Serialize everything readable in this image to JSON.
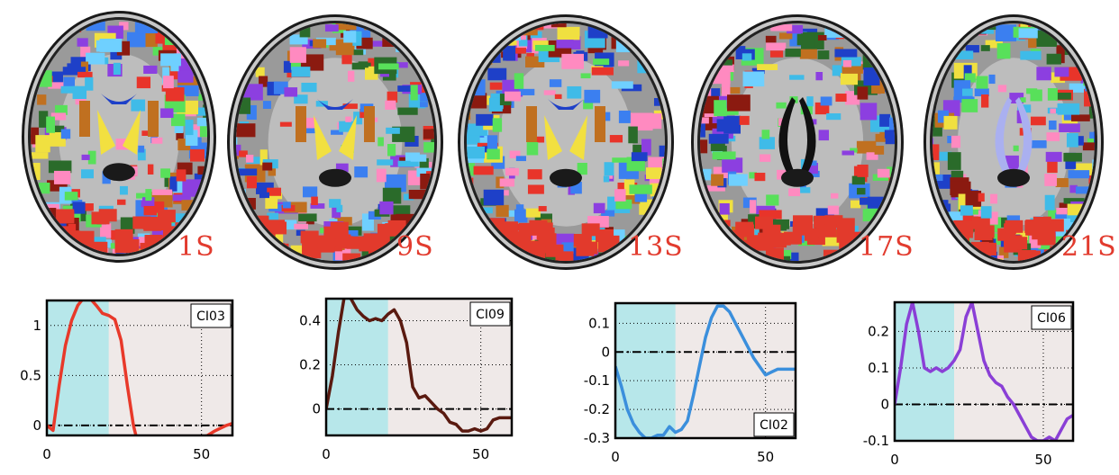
{
  "brain_slices": [
    {
      "label": "1S"
    },
    {
      "label": "9S"
    },
    {
      "label": "13S"
    },
    {
      "label": "17S"
    },
    {
      "label": "21S"
    }
  ],
  "colors": {
    "slice_label": "#e23b2e",
    "block_shade": "#b7e7ea",
    "plot_bg": "#efe9e8"
  },
  "chart_data": [
    {
      "type": "line",
      "legend": "CI03",
      "color": "#e8392a",
      "xlim": [
        0,
        60
      ],
      "ylim": [
        -0.1,
        1.25
      ],
      "xticks": [
        0,
        50
      ],
      "yticks": [
        0,
        0.5,
        1
      ],
      "ytick_labels": [
        "0",
        "0.5",
        "1"
      ],
      "shaded_block": [
        0,
        20
      ],
      "zero_line": true,
      "grid": true,
      "x": [
        0,
        2,
        4,
        6,
        8,
        10,
        12,
        14,
        16,
        18,
        20,
        22,
        24,
        26,
        28,
        30,
        32,
        34,
        36,
        38,
        40,
        42,
        44,
        46,
        48,
        50,
        52,
        54,
        56,
        58,
        60
      ],
      "y": [
        0.0,
        -0.05,
        0.4,
        0.8,
        1.05,
        1.2,
        1.28,
        1.27,
        1.2,
        1.12,
        1.1,
        1.06,
        0.85,
        0.4,
        0.0,
        -0.25,
        -0.32,
        -0.31,
        -0.35,
        -0.32,
        -0.25,
        -0.22,
        -0.2,
        -0.18,
        -0.15,
        -0.12,
        -0.1,
        -0.06,
        -0.03,
        0.0,
        0.02
      ]
    },
    {
      "type": "line",
      "legend": "CI09",
      "color": "#5a1a10",
      "xlim": [
        0,
        60
      ],
      "ylim": [
        -0.12,
        0.5
      ],
      "xticks": [
        0,
        50
      ],
      "yticks": [
        0,
        0.2,
        0.4
      ],
      "ytick_labels": [
        "0",
        "0.2",
        "0.4"
      ],
      "shaded_block": [
        0,
        20
      ],
      "zero_line": true,
      "grid": true,
      "x": [
        0,
        2,
        4,
        6,
        8,
        10,
        12,
        14,
        16,
        18,
        20,
        22,
        24,
        26,
        28,
        30,
        32,
        34,
        36,
        38,
        40,
        42,
        44,
        46,
        48,
        50,
        52,
        54,
        56,
        58,
        60
      ],
      "y": [
        0.0,
        0.15,
        0.35,
        0.52,
        0.5,
        0.45,
        0.42,
        0.4,
        0.41,
        0.4,
        0.43,
        0.45,
        0.4,
        0.3,
        0.1,
        0.05,
        0.06,
        0.03,
        0.0,
        -0.02,
        -0.06,
        -0.07,
        -0.1,
        -0.1,
        -0.09,
        -0.1,
        -0.09,
        -0.05,
        -0.04,
        -0.04,
        -0.04
      ]
    },
    {
      "type": "line",
      "legend": "CI02",
      "color": "#3b8fdc",
      "xlim": [
        0,
        60
      ],
      "ylim": [
        -0.3,
        0.17
      ],
      "xticks": [
        0,
        50
      ],
      "yticks": [
        -0.3,
        -0.2,
        -0.1,
        0,
        0.1
      ],
      "ytick_labels": [
        "-0.3",
        "-0.2",
        "-0.1",
        "0",
        "0.1"
      ],
      "shaded_block": [
        0,
        20
      ],
      "zero_line": true,
      "grid": true,
      "x": [
        0,
        2,
        4,
        6,
        8,
        10,
        12,
        14,
        16,
        18,
        20,
        22,
        24,
        26,
        28,
        30,
        32,
        34,
        36,
        38,
        40,
        42,
        44,
        46,
        48,
        50,
        52,
        54,
        56,
        58,
        60
      ],
      "y": [
        -0.05,
        -0.12,
        -0.2,
        -0.25,
        -0.28,
        -0.3,
        -0.3,
        -0.29,
        -0.29,
        -0.26,
        -0.28,
        -0.27,
        -0.24,
        -0.15,
        -0.05,
        0.05,
        0.12,
        0.16,
        0.16,
        0.14,
        0.1,
        0.06,
        0.02,
        -0.02,
        -0.05,
        -0.08,
        -0.07,
        -0.06,
        -0.06,
        -0.06,
        -0.06
      ]
    },
    {
      "type": "line",
      "legend": "CI06",
      "color": "#8a3fd6",
      "xlim": [
        0,
        60
      ],
      "ylim": [
        -0.1,
        0.28
      ],
      "xticks": [
        0,
        50
      ],
      "yticks": [
        -0.1,
        0,
        0.1,
        0.2
      ],
      "ytick_labels": [
        "-0.1",
        "0",
        "0.1",
        "0.2"
      ],
      "shaded_block": [
        0,
        20
      ],
      "zero_line": true,
      "grid": true,
      "x": [
        0,
        2,
        4,
        6,
        8,
        10,
        12,
        14,
        16,
        18,
        20,
        22,
        24,
        26,
        28,
        30,
        32,
        34,
        36,
        38,
        40,
        42,
        44,
        46,
        48,
        50,
        52,
        54,
        56,
        58,
        60
      ],
      "y": [
        0.0,
        0.1,
        0.22,
        0.28,
        0.2,
        0.1,
        0.09,
        0.1,
        0.09,
        0.1,
        0.12,
        0.15,
        0.24,
        0.28,
        0.2,
        0.12,
        0.08,
        0.06,
        0.05,
        0.02,
        0.0,
        -0.03,
        -0.06,
        -0.09,
        -0.1,
        -0.1,
        -0.09,
        -0.1,
        -0.07,
        -0.04,
        -0.03
      ]
    }
  ]
}
